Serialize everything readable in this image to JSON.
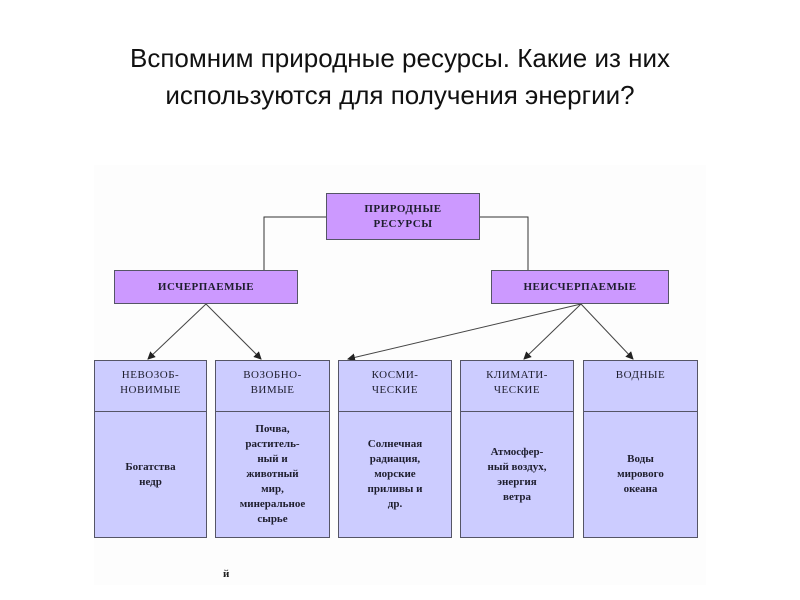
{
  "slide": {
    "title_line1": "Вспомним природные ресурсы. Какие из них",
    "title_line2": "используются для получения энергии?"
  },
  "diagram": {
    "root": {
      "label": "ПРИРОДНЫЕ\nРЕСУРСЫ",
      "line1": "ПРИРОДНЫЕ",
      "line2": "РЕСУРСЫ",
      "color": "#cc99ff"
    },
    "groups": [
      {
        "label": "ИСЧЕРПАЕМЫЕ",
        "color": "#cc99ff"
      },
      {
        "label": "НЕИСЧЕРПАЕМЫЕ",
        "color": "#cc99ff"
      }
    ],
    "categories": [
      {
        "parent": "ИСЧЕРПАЕМЫЕ",
        "header": "НЕВОЗОБ-\nНОВИМЫЕ",
        "description": "Богатства\nнедр"
      },
      {
        "parent": "ИСЧЕРПАЕМЫЕ",
        "header": "ВОЗОБНО-\nВИМЫЕ",
        "description": "Почва,\nраститель-\nный и\nживотный\nмир,\nминеральное\nсырье"
      },
      {
        "parent": "НЕИСЧЕРПАЕМЫЕ",
        "header": "КОСМИ-\nЧЕСКИЕ",
        "description": "Солнечная\nрадиация,\nморские\nприливы и\nдр."
      },
      {
        "parent": "НЕИСЧЕРПАЕМЫЕ",
        "header": "КЛИМАТИ-\nЧЕСКИЕ",
        "description": "Атмосфер-\nный воздух,\nэнергия\nветра"
      },
      {
        "parent": "НЕИСЧЕРПАЕМЫЕ",
        "header": "ВОДНЫЕ",
        "description": "Воды\nмирового\nокеана"
      }
    ],
    "card_color": "#ccccff",
    "stray_char": "й"
  }
}
